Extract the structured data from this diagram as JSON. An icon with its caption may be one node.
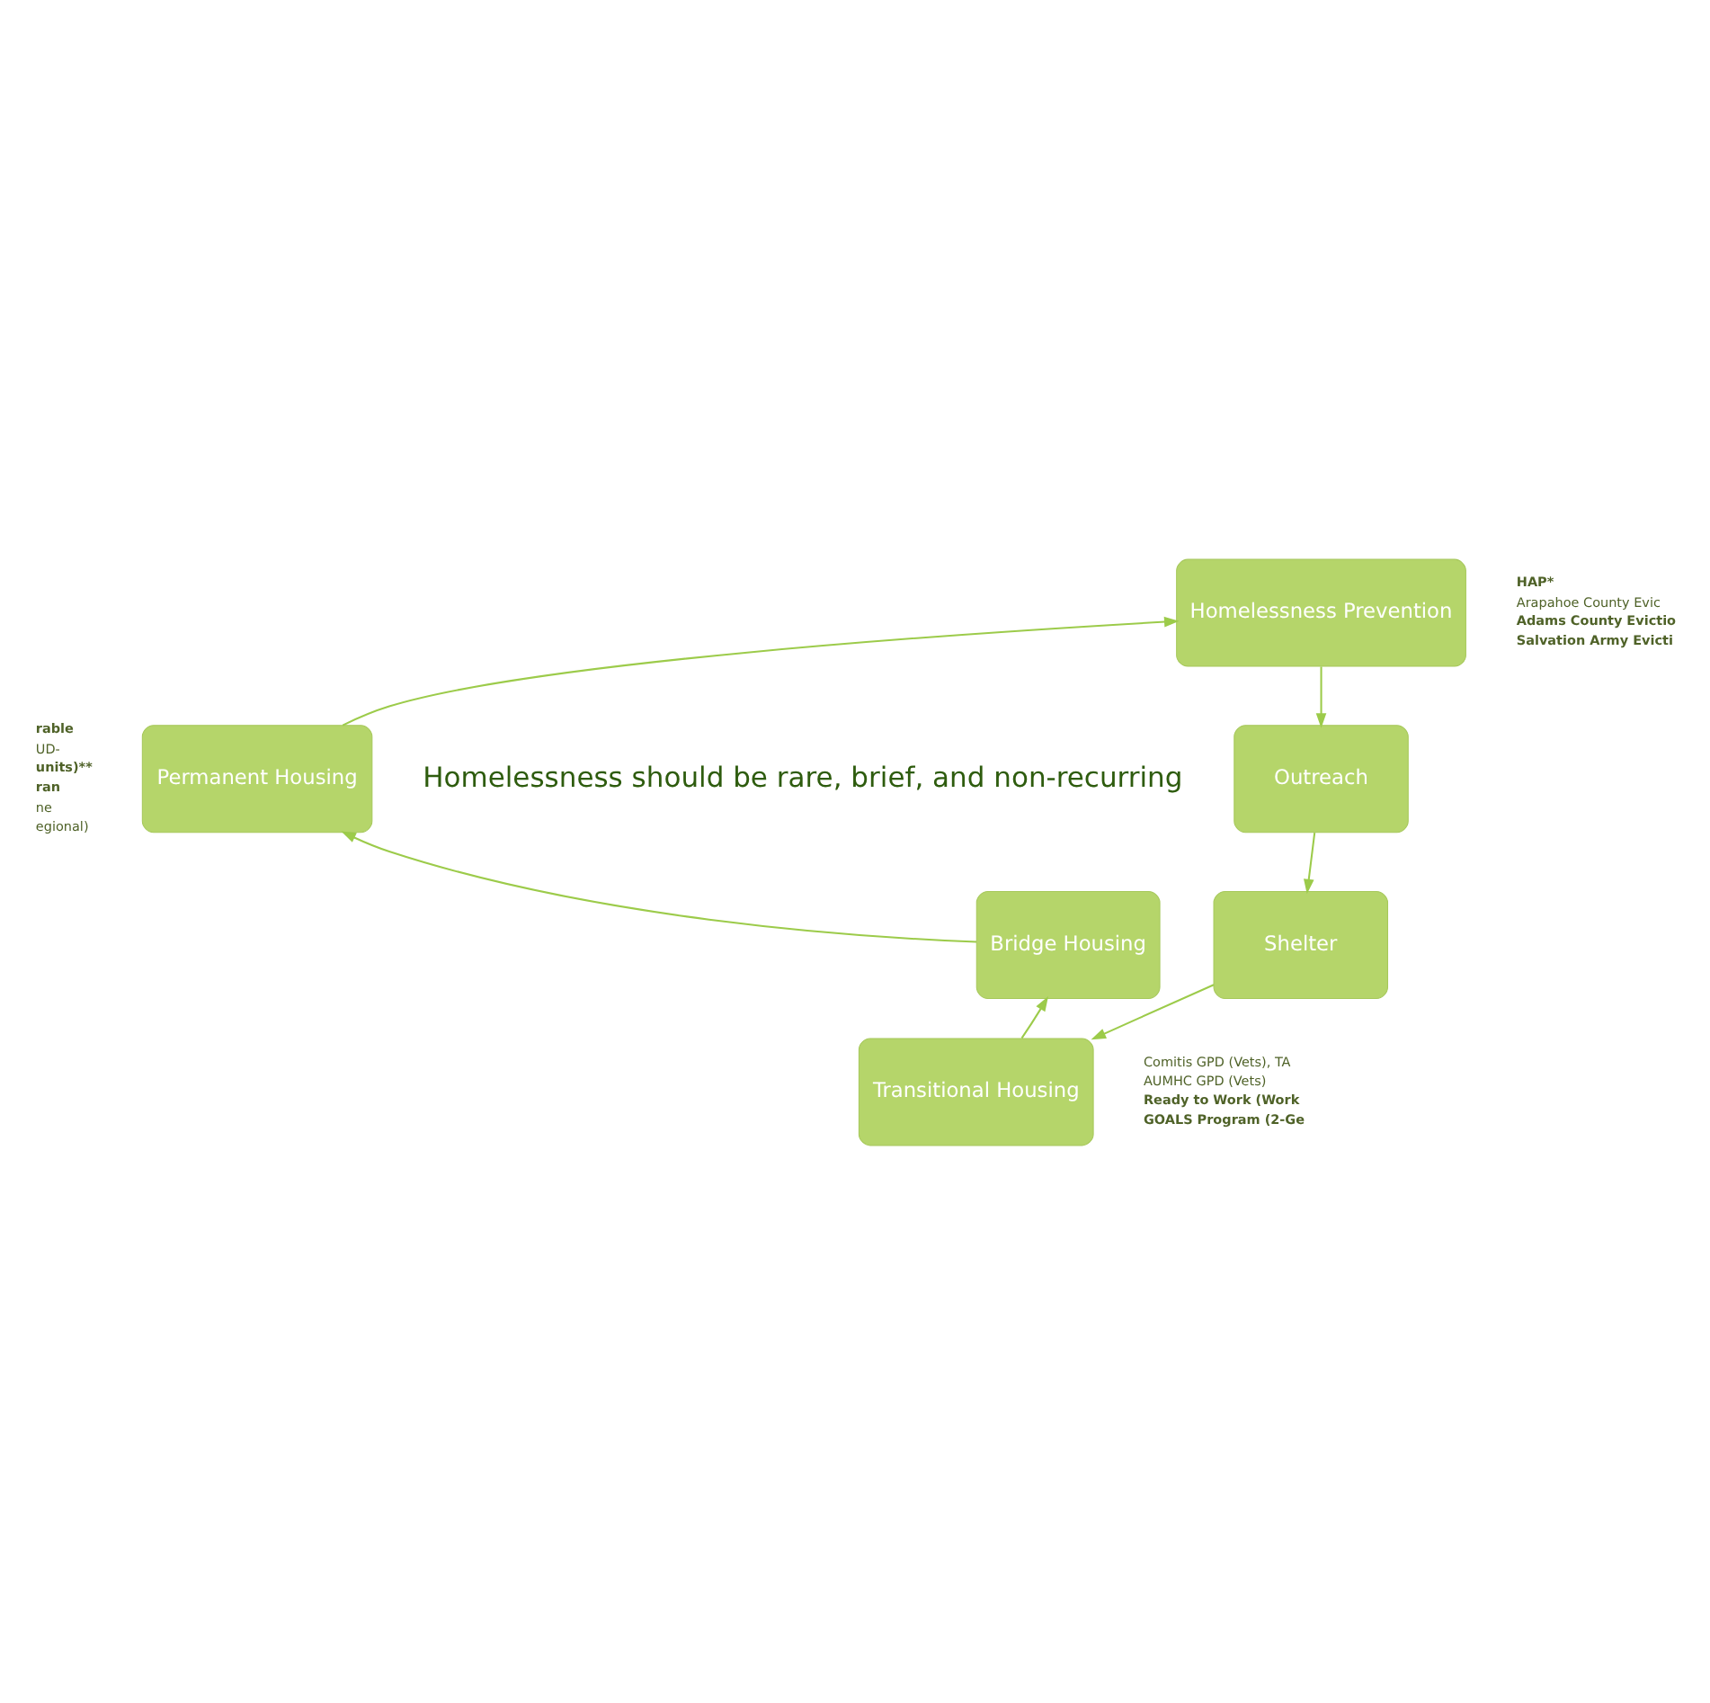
{
  "diagram": {
    "nodes": [
      {
        "text": [
          "Homelessness Prevention"
        ]
      },
      {
        "text": [
          "Outreach"
        ]
      },
      {
        "text": [
          "Shelter"
        ]
      },
      {
        "text": [
          "Transitional Housing"
        ]
      },
      {
        "text": [
          "Bridge Housing"
        ]
      },
      {
        "text": [
          "Permanent Housing"
        ]
      }
    ],
    "edges": [
      {
        "from": 0,
        "to": 1,
        "arrow": "to"
      },
      {
        "from": 1,
        "to": 2,
        "arrow": "to"
      },
      {
        "from": 2,
        "to": 3,
        "arrow": "to"
      },
      {
        "from": 3,
        "to": 4,
        "arrow": "to"
      },
      {
        "from": 4,
        "to": 5,
        "arrow": "to"
      },
      {
        "from": 5,
        "to": 0,
        "arrow": "to"
      }
    ],
    "labels": [
      "rable",
      "UD-",
      "units)**",
      "ran",
      "ne",
      "egional)",
      "HAP*",
      "Arapahoe County Evic",
      "Adams County Evictio",
      "Salvation Army Evicti",
      "Homelessness should be rare, brief, and non-recurring",
      "Comitis GPD (Vets), TA",
      "AUMHC GPD (Vets)",
      "Ready to Work (Work",
      "GOALS Program (2-Ge"
    ]
  }
}
